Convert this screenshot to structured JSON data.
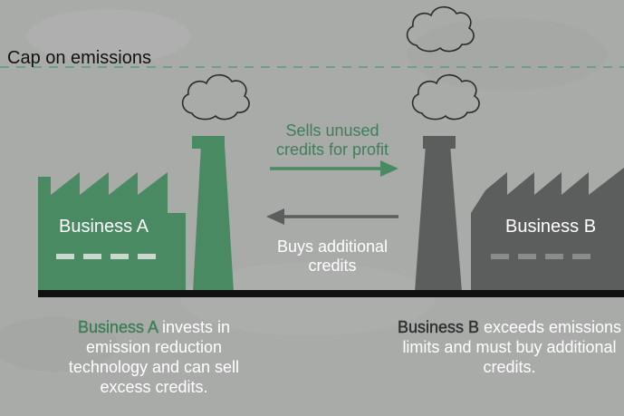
{
  "colors": {
    "background": "#a9aba9",
    "business_a": "#4a8a63",
    "business_b": "#5c5e5d",
    "ground": "#111111",
    "cap_line": "#5f9a7a",
    "arrow_sell": "#4a8a63",
    "arrow_buy": "#5c5e5d",
    "smoke_stroke": "#2b2b2b"
  },
  "cap": {
    "label": "Cap on emissions"
  },
  "business_a": {
    "label": "Business A",
    "caption_name": "Business A",
    "caption_rest": " invests in emission reduction technology and can sell excess credits."
  },
  "business_b": {
    "label": "Business B",
    "caption_name": "Business B",
    "caption_rest": " exceeds emissions limits and must buy additional credits."
  },
  "flows": {
    "sell": {
      "line1": "Sells unused",
      "line2": "credits for profit"
    },
    "buy": {
      "line1": "Buys additional",
      "line2": "credits"
    }
  },
  "icons": [
    "smoke-cloud-icon",
    "factory-icon",
    "arrow-right-icon",
    "arrow-left-icon"
  ]
}
